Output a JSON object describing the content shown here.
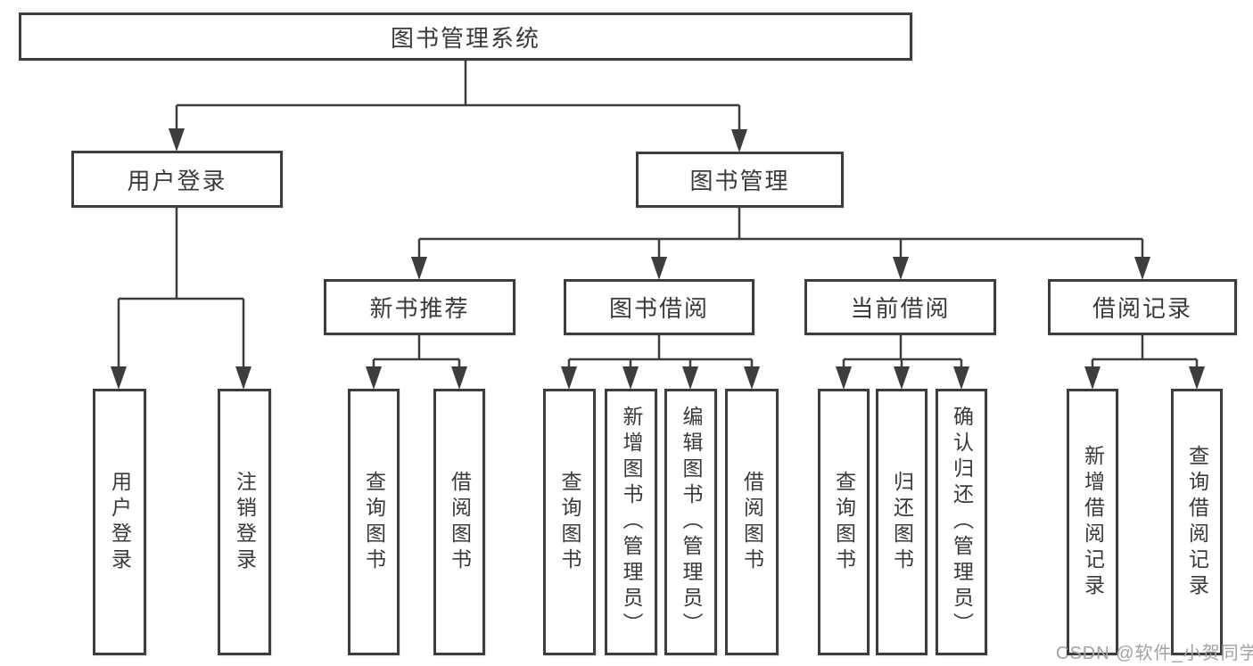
{
  "diagram": {
    "type": "tree",
    "root": {
      "label": "图书管理系统",
      "children": [
        {
          "label": "用户登录",
          "children": [
            {
              "label": "用户登录"
            },
            {
              "label": "注销登录"
            }
          ]
        },
        {
          "label": "图书管理",
          "children": [
            {
              "label": "新书推荐",
              "children": [
                {
                  "label": "查询图书"
                },
                {
                  "label": "借阅图书"
                }
              ]
            },
            {
              "label": "图书借阅",
              "children": [
                {
                  "label": "查询图书"
                },
                {
                  "label": "新增图书（管理员）"
                },
                {
                  "label": "编辑图书（管理员）"
                },
                {
                  "label": "借阅图书"
                }
              ]
            },
            {
              "label": "当前借阅",
              "children": [
                {
                  "label": "查询图书"
                },
                {
                  "label": "归还图书"
                },
                {
                  "label": "确认归还（管理员）"
                }
              ]
            },
            {
              "label": "借阅记录",
              "children": [
                {
                  "label": "新增借阅记录"
                },
                {
                  "label": "查询借阅记录"
                }
              ]
            }
          ]
        }
      ]
    }
  },
  "watermark": {
    "text": "CSDN @软件_小贺同学"
  },
  "colors": {
    "line": "#3d3d3d",
    "text": "#3a3a3a",
    "background": "#ffffff",
    "watermark": "#a2a2a2"
  }
}
